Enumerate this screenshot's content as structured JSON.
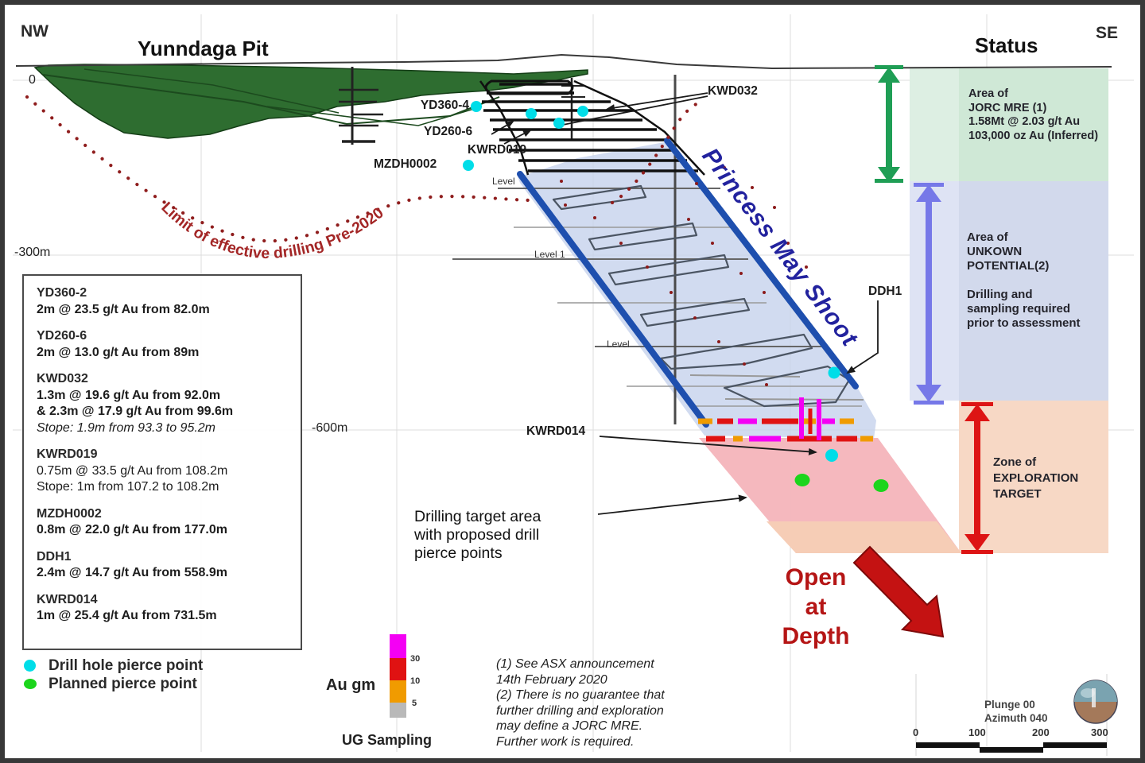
{
  "compass": {
    "nw": "NW",
    "se": "SE"
  },
  "titles": {
    "pit": "Yunndaga Pit",
    "status": "Status"
  },
  "depth_labels": {
    "d0": "0",
    "d300": "-300m",
    "d600": "-600m"
  },
  "hole_labels": {
    "yd360_4": "YD360-4",
    "yd260_6": "YD260-6",
    "kwrd019": "KWRD019",
    "mzdh0002": "MZDH0002",
    "kwd032": "KWD032",
    "ddh1": "DDH1",
    "kwrd014": "KWRD014"
  },
  "level_labels": {
    "l1": "Level",
    "l2": "Level 1",
    "l3": "Level"
  },
  "annotations": {
    "shoot": "Princess May Shoot",
    "limit": "Limit of effective drilling Pre-2020",
    "target_note": {
      "a": "Drilling target area",
      "b": "with proposed drill",
      "c": "pierce points"
    },
    "open_at_depth": {
      "a": "Open",
      "b": "at",
      "c": "Depth"
    }
  },
  "results": {
    "entries": [
      {
        "name": "YD360-2",
        "l1": "2m @ 23.5 g/t Au from 82.0m"
      },
      {
        "name": "YD260-6",
        "l1": "2m @ 13.0 g/t Au from 89m"
      },
      {
        "name": "KWD032",
        "l1": "1.3m @ 19.6 g/t Au from 92.0m",
        "l2": "& 2.3m @ 17.9 g/t Au from 99.6m",
        "l3": "Stope: 1.9m from 93.3 to 95.2m"
      },
      {
        "name": "KWRD019",
        "l1": "0.75m @ 33.5 g/t Au from 108.2m",
        "l2": "Stope: 1m from 107.2 to 108.2m"
      },
      {
        "name": "MZDH0002",
        "l1": "0.8m @ 22.0 g/t Au from 177.0m"
      },
      {
        "name": "DDH1",
        "l1": "2.4m @ 14.7 g/t Au from 558.9m"
      },
      {
        "name": "KWRD014",
        "l1": "1m @ 25.4 g/t Au from 731.5m"
      }
    ]
  },
  "legend": {
    "drill_pierce": "Drill hole pierce point",
    "planned_pierce": "Planned pierce point"
  },
  "colorbar": {
    "label": "Au gm",
    "t30": "30",
    "t10": "10",
    "t5": "5",
    "caption": "UG Sampling",
    "magenta": "#f400f4",
    "red": "#e01212",
    "orange": "#f09b00",
    "gray": "#b9b9b9"
  },
  "status_zones": {
    "jorc": {
      "a": "Area of",
      "b": "JORC MRE (1)",
      "c": "1.58Mt @ 2.03 g/t Au",
      "d": "103,000 oz Au (Inferred)"
    },
    "unknown": {
      "a": "Area of",
      "b": "UNKOWN",
      "c": "POTENTIAL(2)",
      "d": "Drilling and",
      "e": "sampling required",
      "f": "prior to assessment"
    },
    "target": {
      "a": "Zone of",
      "b": "EXPLORATION",
      "c": "TARGET"
    }
  },
  "footnotes": {
    "a": "(1) See ASX announcement",
    "b": "14th February 2020",
    "c": "(2) There is no guarantee that",
    "d": "further drilling and exploration",
    "e": "may define a JORC MRE.",
    "f": "Further work is required."
  },
  "scalebar": {
    "plunge": "Plunge 00",
    "azimuth": "Azimuth 040",
    "t0": "0",
    "t100": "100",
    "t200": "200",
    "t300": "300"
  },
  "icons": {
    "globe": "globe-logo"
  },
  "colors": {
    "zone_green": "#cfe8d6",
    "zone_blue": "#d2d9ec",
    "zone_salmon": "#f7d8c5",
    "arrow_green": "#1f9e55",
    "arrow_blue": "#7678e8",
    "arrow_red": "#dd1414",
    "shoot_band": "#c6d2ec",
    "target_pink": "#f4b4ba",
    "target_salmon": "#f6cdb6",
    "pierce_cyan": "#00dde8",
    "planned_green": "#1cd51c",
    "navy_text": "#22229e",
    "dark_red_text": "#a32626",
    "pit_green": "#2e6d30"
  }
}
